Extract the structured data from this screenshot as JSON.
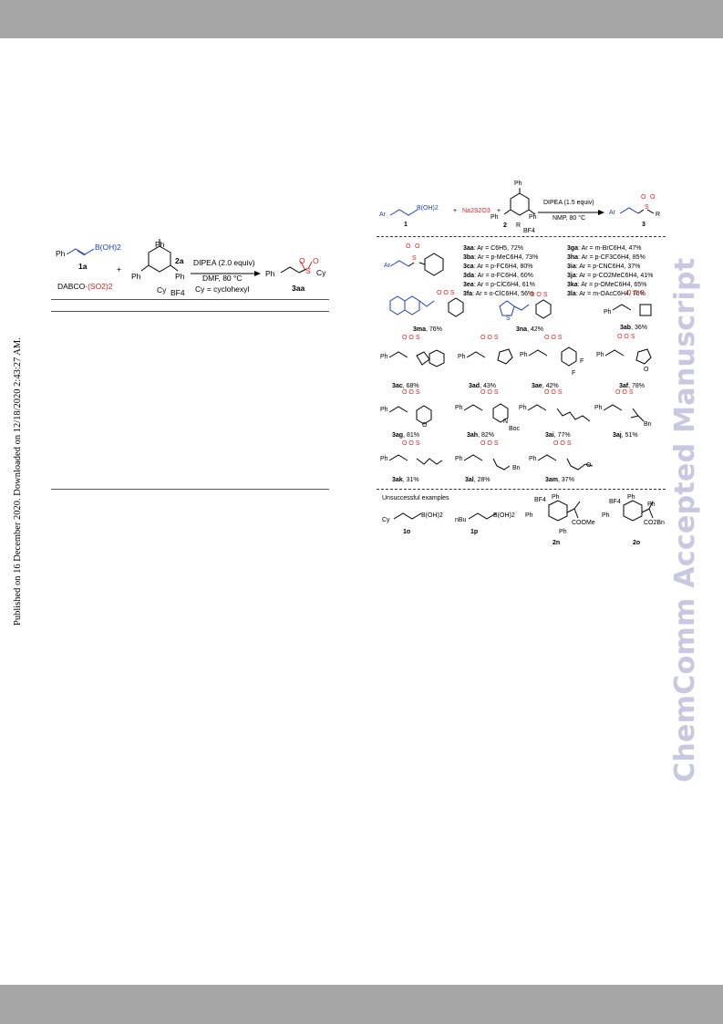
{
  "side_note": "Published on 16 December 2020. Downloaded on 12/18/2020 2:43:27 AM.",
  "watermark": "ChemComm Accepted Manuscript",
  "scheme_left": {
    "reagent_1a_label": "1a",
    "reagent_1a_group": "B(OH)2",
    "ph": "Ph",
    "dabco_prefix": "DABCO·",
    "dabco_so2": "(SO2)2",
    "plus": "+",
    "reagent_2a_label": "2a",
    "bf4": "BF4",
    "cy": "Cy",
    "condition_top": "DIPEA (2.0 equiv)",
    "condition_mid": "DMF, 80 °C",
    "condition_bot": "Cy = cyclohexyl",
    "product_label": "3aa",
    "product_cy": "Cy"
  },
  "scheme_right": {
    "reagent_1_label": "1",
    "reagent_1_group": "B(OH)2",
    "ar": "Ar",
    "plus": "+",
    "na2s2o3": "Na2S2O3",
    "reagent_2_label": "2",
    "r": "R",
    "bf4": "BF4",
    "condition_top": "DIPEA (1.5 equiv)",
    "condition_bot": "NMP, 80 °C",
    "product_label": "3",
    "product_r": "R"
  },
  "ar_list_left": [
    {
      "id": "3aa",
      "text": ": Ar = C6H5, 72%"
    },
    {
      "id": "3ba",
      "text": ": Ar = p-MeC6H4, 73%"
    },
    {
      "id": "3ca",
      "text": ": Ar = p-FC6H4, 80%"
    },
    {
      "id": "3da",
      "text": ": Ar = o-FC6H4, 60%"
    },
    {
      "id": "3ea",
      "text": ": Ar = p-ClC6H4, 61%"
    },
    {
      "id": "3fa",
      "text": ": Ar = o-ClC6H4, 56%"
    }
  ],
  "ar_list_right": [
    {
      "id": "3ga",
      "text": ": Ar = m-BrC6H4, 47%"
    },
    {
      "id": "3ha",
      "text": ": Ar = p-CF3C6H4, 85%"
    },
    {
      "id": "3ia",
      "text": ": Ar = p-CNC6H4, 37%"
    },
    {
      "id": "3ja",
      "text": ": Ar = p-CO2MeC6H4, 41%"
    },
    {
      "id": "3ka",
      "text": ": Ar = p-OMeC6H4, 65%"
    },
    {
      "id": "3la",
      "text": ": Ar = m-OAcC6H4, 70%"
    }
  ],
  "products": [
    {
      "id": "3ma",
      "yield": ", 76%"
    },
    {
      "id": "3na",
      "yield": ", 42%"
    },
    {
      "id": "3ab",
      "yield": ", 36%"
    },
    {
      "id": "3ac",
      "yield": ", 68%"
    },
    {
      "id": "3ad",
      "yield": ", 43%"
    },
    {
      "id": "3ae",
      "yield": ", 42%"
    },
    {
      "id": "3af",
      "yield": ", 78%"
    },
    {
      "id": "3ag",
      "yield": ", 81%"
    },
    {
      "id": "3ah",
      "yield": ", 82%"
    },
    {
      "id": "3ai",
      "yield": ", 77%"
    },
    {
      "id": "3aj",
      "yield": ", 51%"
    },
    {
      "id": "3ak",
      "yield": ", 31%"
    },
    {
      "id": "3al",
      "yield": ", 28%"
    },
    {
      "id": "3am",
      "yield": ", 37%"
    }
  ],
  "atoms": {
    "ph": "Ph",
    "s": "S",
    "o": "O",
    "f": "F",
    "n": "N",
    "boc": "Boc",
    "bn": "Bn",
    "ome": "O",
    "thio_s": "S"
  },
  "unsuccessful": {
    "title": "Unsuccessful examples",
    "c1o": "1o",
    "c1p": "1p",
    "c2n": "2n",
    "c2o": "2o",
    "cy": "Cy",
    "nbu": "nBu",
    "boh2": "B(OH)2",
    "bf4": "BF4",
    "ph": "Ph",
    "coome": "COOMe",
    "co2bn": "CO2Bn"
  }
}
